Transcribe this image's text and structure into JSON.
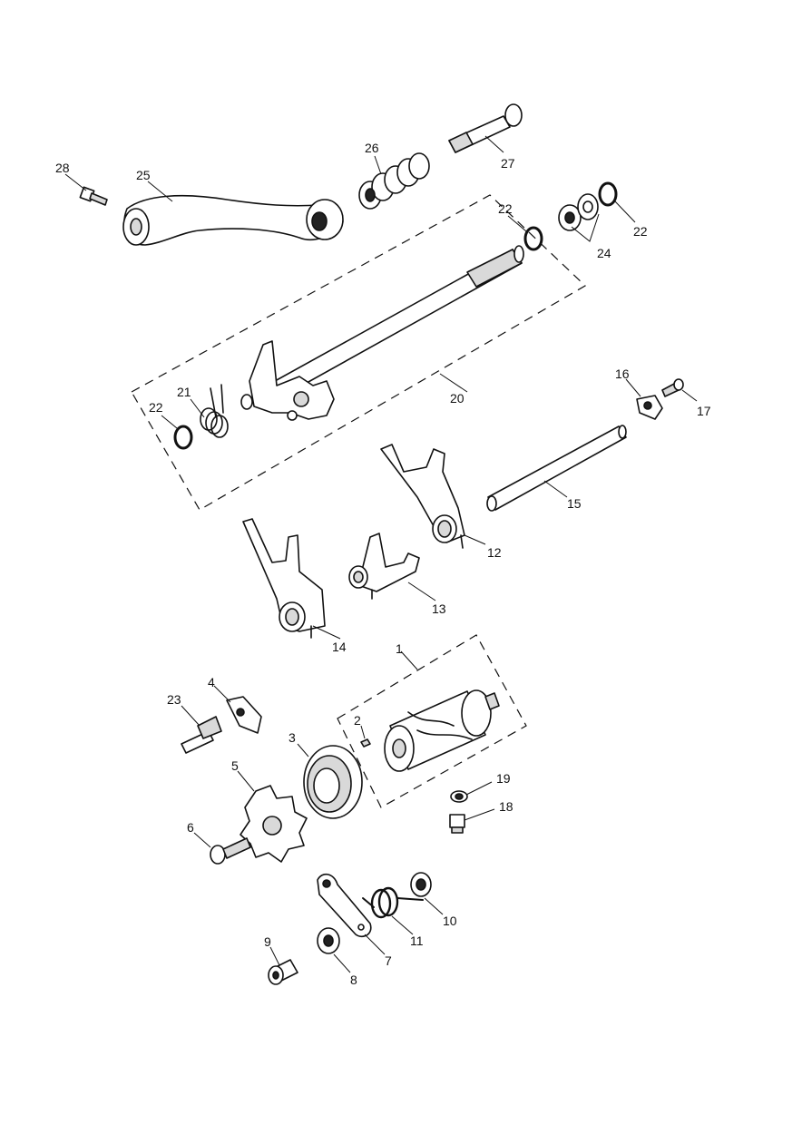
{
  "callouts": {
    "c1": "1",
    "c2": "2",
    "c3": "3",
    "c4": "4",
    "c5": "5",
    "c6": "6",
    "c7": "7",
    "c8": "8",
    "c9": "9",
    "c10": "10",
    "c11": "11",
    "c12": "12",
    "c13": "13",
    "c14": "14",
    "c15": "15",
    "c16": "16",
    "c17": "17",
    "c18": "18",
    "c19": "19",
    "c20": "20",
    "c21": "21",
    "c22a": "22",
    "c22b": "22",
    "c22c": "22",
    "c23": "23",
    "c24": "24",
    "c25": "25",
    "c26": "26",
    "c27": "27",
    "c28": "28"
  }
}
